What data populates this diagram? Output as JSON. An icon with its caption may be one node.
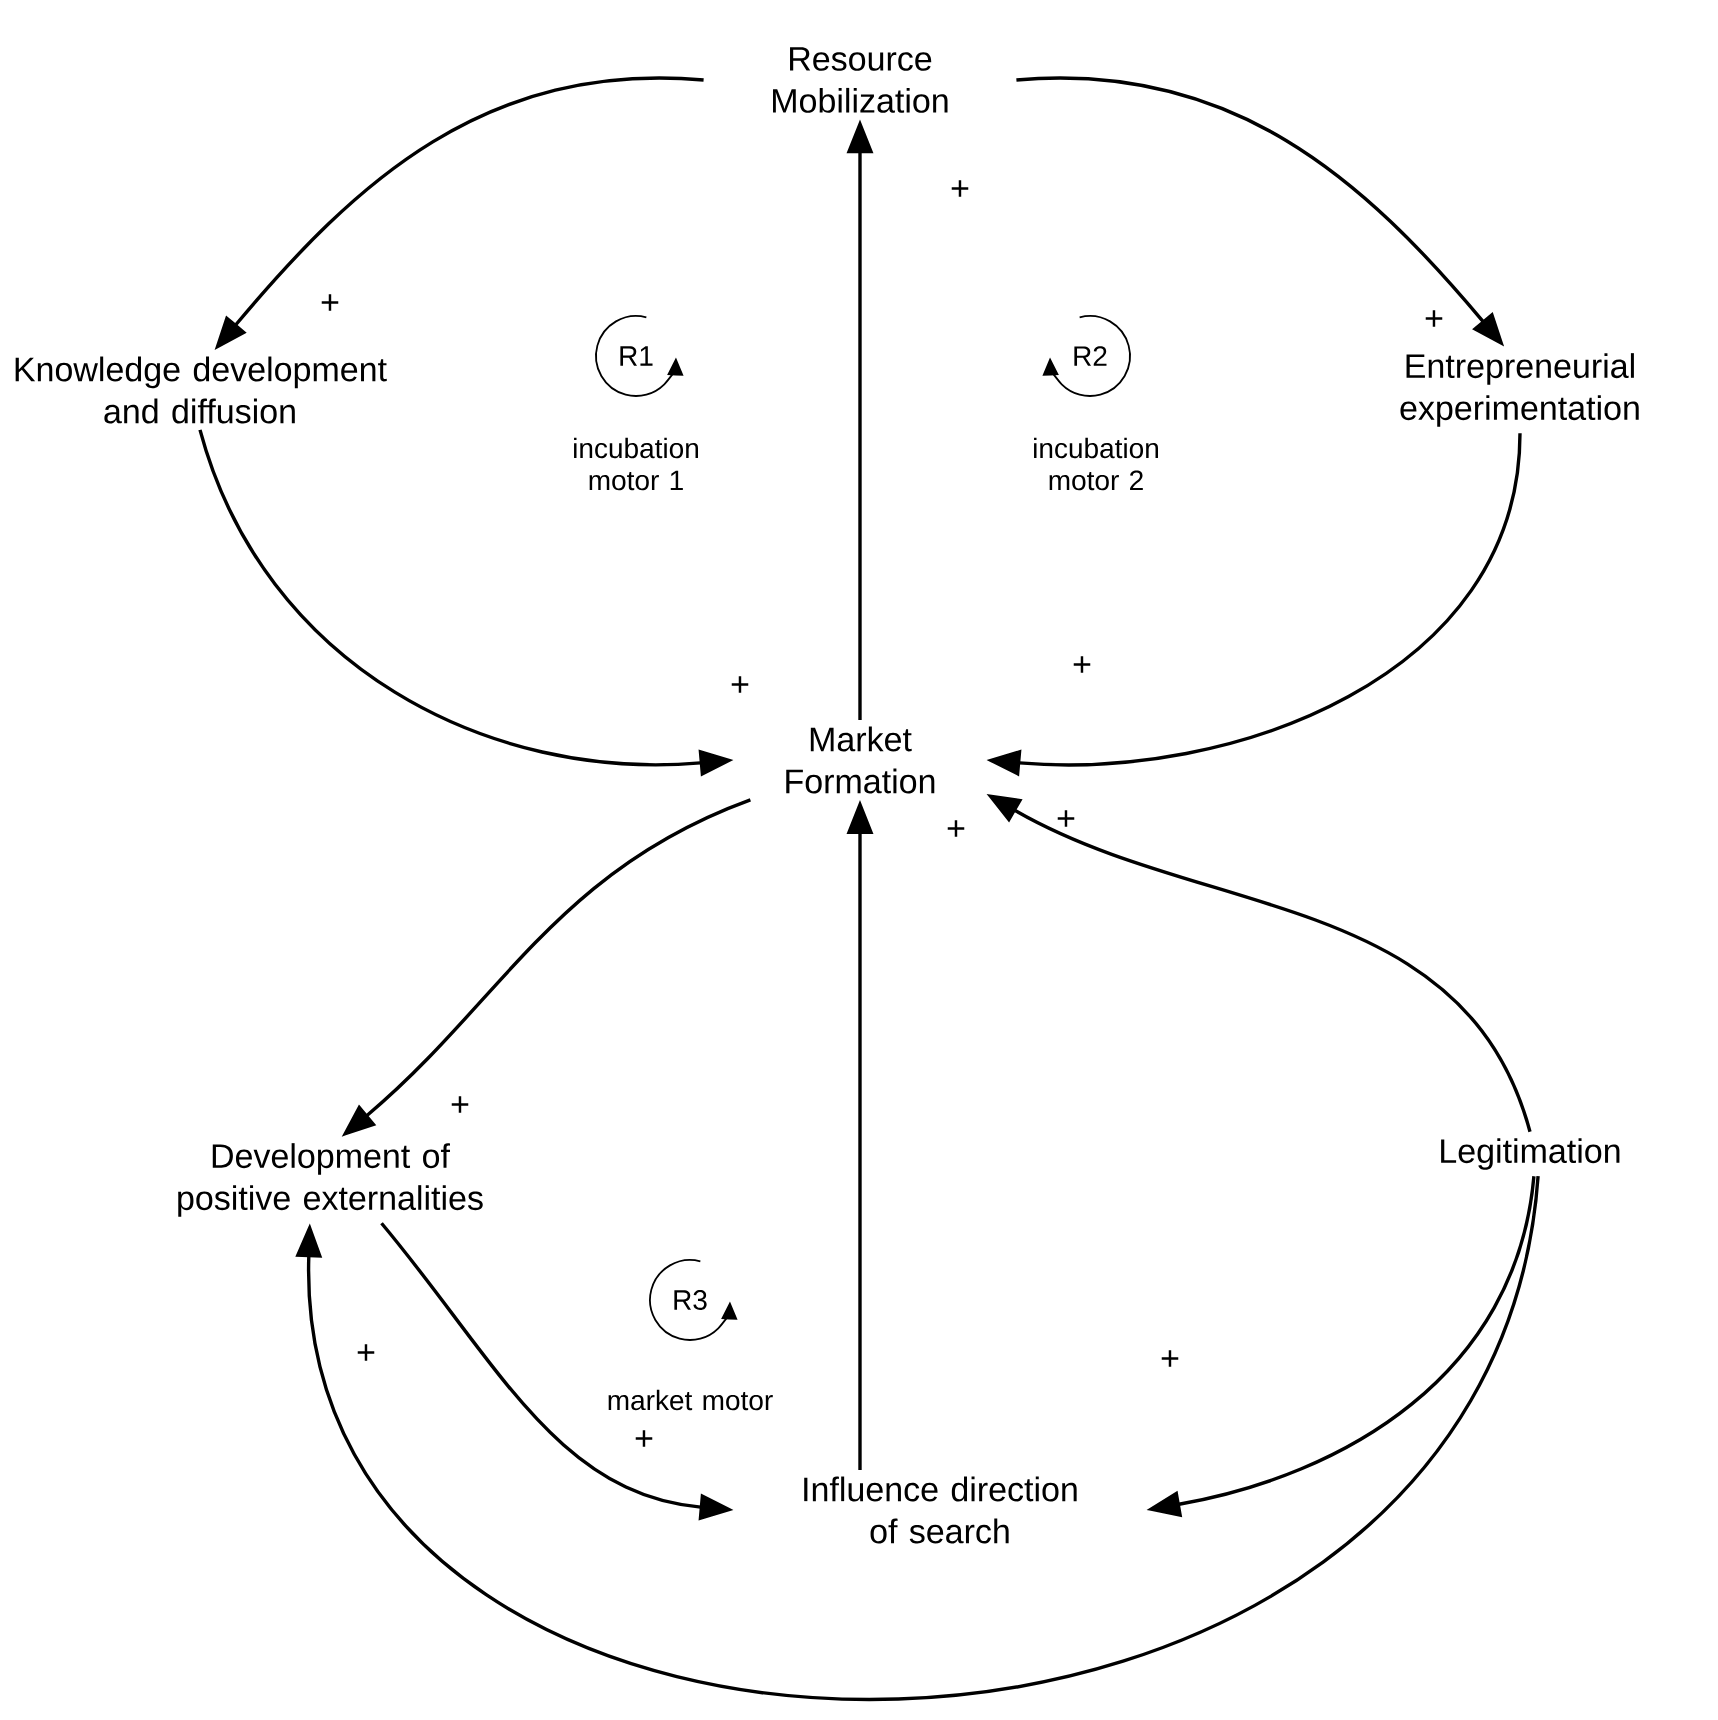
{
  "diagram": {
    "nodes": [
      {
        "text": [
          "Resource Mobilization"
        ]
      },
      {
        "text": [
          "Knowledge development and diffusion"
        ]
      },
      {
        "text": [
          "Entrepreneurial experimentation"
        ]
      },
      {
        "text": [
          "Market Formation"
        ]
      },
      {
        "text": [
          "Development of positive externalities"
        ]
      },
      {
        "text": [
          "Legitimation"
        ]
      },
      {
        "text": [
          "Influence direction of search"
        ]
      }
    ],
    "edges": [
      {
        "from": 0,
        "to": 1,
        "arrow": "to",
        "label": "+"
      },
      {
        "from": 0,
        "to": 2,
        "arrow": "to",
        "label": "+"
      },
      {
        "from": 3,
        "to": 0,
        "arrow": "to",
        "label": "+"
      },
      {
        "from": 1,
        "to": 3,
        "arrow": "to",
        "label": "+"
      },
      {
        "from": 2,
        "to": 3,
        "arrow": "to",
        "label": "+"
      },
      {
        "from": 3,
        "to": 4,
        "arrow": "to",
        "label": "+"
      },
      {
        "from": 6,
        "to": 3,
        "arrow": "to",
        "label": "+"
      },
      {
        "from": 5,
        "to": 3,
        "arrow": "to",
        "label": "+"
      },
      {
        "from": 4,
        "to": 6,
        "arrow": "to",
        "label": "+"
      },
      {
        "from": 5,
        "to": 6,
        "arrow": "to",
        "label": "+"
      },
      {
        "from": 5,
        "to": 4,
        "arrow": "to",
        "label": "+"
      }
    ],
    "labels": [
      "R1",
      "incubation motor 1",
      "R2",
      "incubation motor 2",
      "R3",
      "market motor"
    ]
  }
}
